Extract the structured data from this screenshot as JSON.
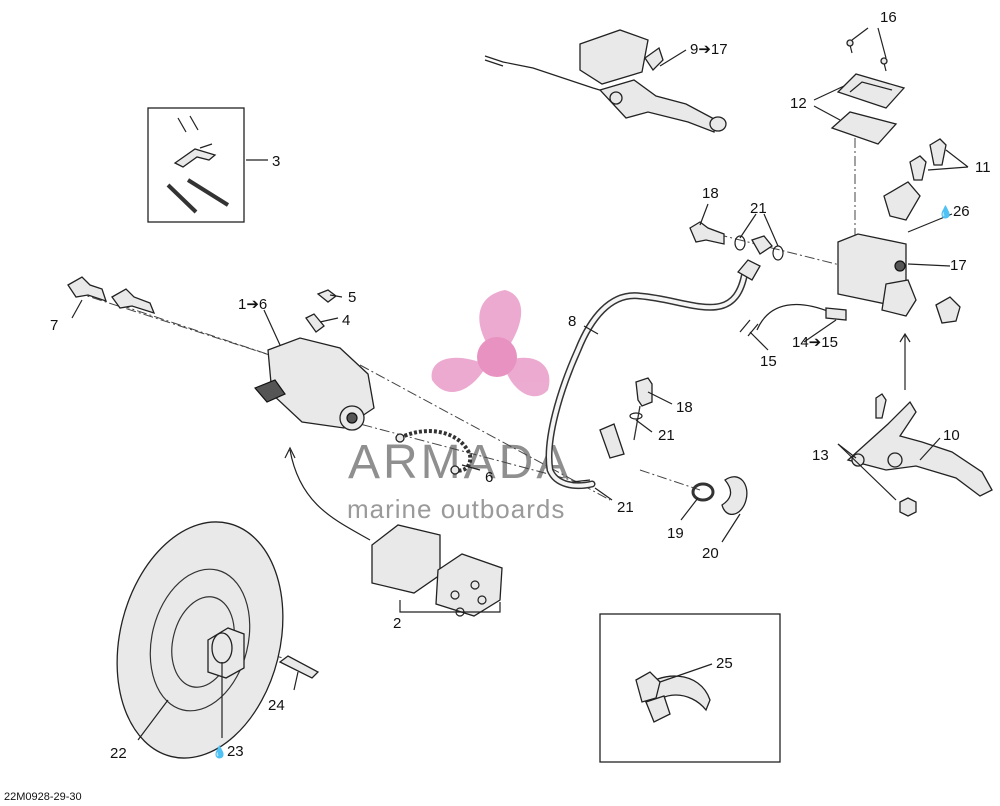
{
  "diagram_code": "22M0928-29-30",
  "watermark": {
    "title": "ARMADA",
    "subtitle": "marine outboards",
    "logo_color": "#e99cc8",
    "text_color": "#8f8f8f"
  },
  "arrow_glyph": "➔",
  "oil_glyph": "💧",
  "callouts": {
    "c16": "16",
    "c9to17": "9➔17",
    "c12": "12",
    "c11": "11",
    "c3": "3",
    "c18a": "18",
    "c21a": "21",
    "c26": "26",
    "c17": "17",
    "c5": "5",
    "c1to6": "1➔6",
    "c4": "4",
    "c7": "7",
    "c8": "8",
    "c14to15": "14➔15",
    "c15": "15",
    "c18b": "18",
    "c21b": "21",
    "c10": "10",
    "c13": "13",
    "c6": "6",
    "c21c": "21",
    "c19": "19",
    "c20": "20",
    "c2": "2",
    "c25": "25",
    "c24": "24",
    "c22": "22",
    "c23": "23"
  }
}
